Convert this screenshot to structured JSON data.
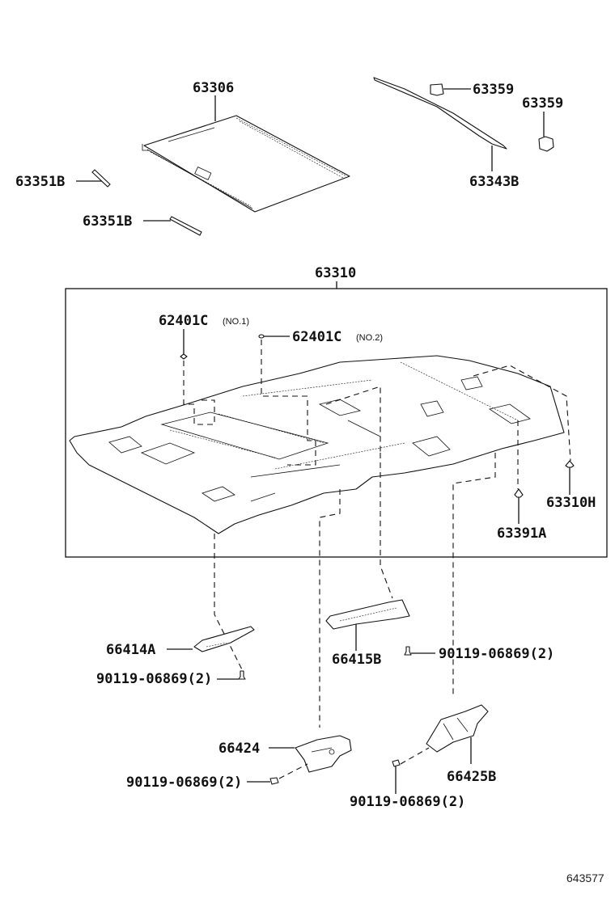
{
  "diagram": {
    "title": "Headliner & Sunroof Parts",
    "figure_number": "643577",
    "parts": {
      "sunshade": "63306",
      "rail_left_upper": "63351B",
      "rail_left_lower": "63351B",
      "weatherstrip": "63343B",
      "stopper_a": "63359",
      "stopper_b": "63359",
      "headliner": "63310",
      "clip_no1": "62401C",
      "clip_no1_note": "(NO.1)",
      "clip_no2": "62401C",
      "clip_no2_note": "(NO.2)",
      "clip_h": "63310H",
      "clip_a": "63391A",
      "assist_grip_a": "66414A",
      "assist_grip_b": "66415B",
      "pillar_trim": "66424",
      "pillar_trim_b": "66425B",
      "screw_1": "90119-06869(2)",
      "screw_2": "90119-06869(2)",
      "screw_3": "90119-06869(2)",
      "screw_4": "90119-06869(2)"
    }
  }
}
